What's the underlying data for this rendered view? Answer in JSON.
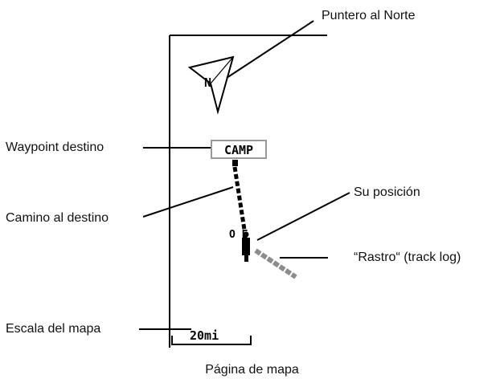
{
  "colors": {
    "ink": "#000000",
    "track": "#8c8c8c",
    "label_box": "#9a9a9a",
    "background": "#ffffff"
  },
  "callouts": {
    "north_pointer": "Puntero al Norte",
    "destination_waypoint": "Waypoint destino",
    "path_to_destination": "Camino al destino",
    "your_position": "Su posición",
    "track_log": "“Rastro“ (track log)",
    "map_scale": "Escala del mapa"
  },
  "screen": {
    "north_letter": "N",
    "waypoint_name": "CAMP",
    "scale_value": "20mi",
    "position_marker_text": "O E"
  },
  "caption": "Página de mapa",
  "icons": {
    "north_arrow": "north-arrow-icon",
    "position": "position-marker-icon"
  }
}
